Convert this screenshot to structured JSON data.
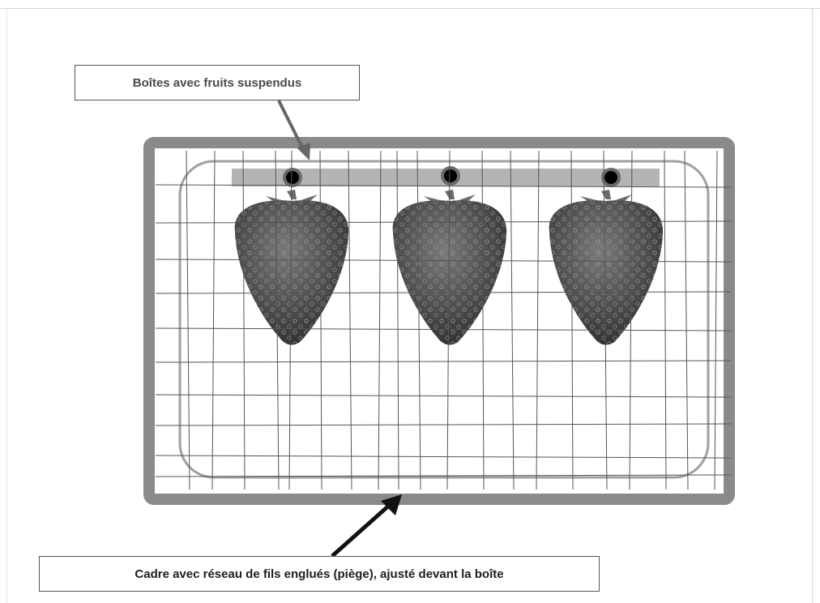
{
  "labels": {
    "top": "Boîtes avec fruits suspendus",
    "bottom": "Cadre avec réseau de fils englués (piège), ajusté devant la boîte"
  },
  "fruits": [
    {
      "name": "strawberry-left"
    },
    {
      "name": "strawberry-middle"
    },
    {
      "name": "strawberry-right"
    }
  ],
  "colors": {
    "frame": "#8a8a8a",
    "box_outline": "#a0a0a0",
    "bar": "#b4b4b4",
    "grid": "#555555",
    "arrow_top": "#666666",
    "arrow_bottom": "#111111",
    "fruit": "#4a4a4a",
    "leaf": "#6a6a6a"
  }
}
